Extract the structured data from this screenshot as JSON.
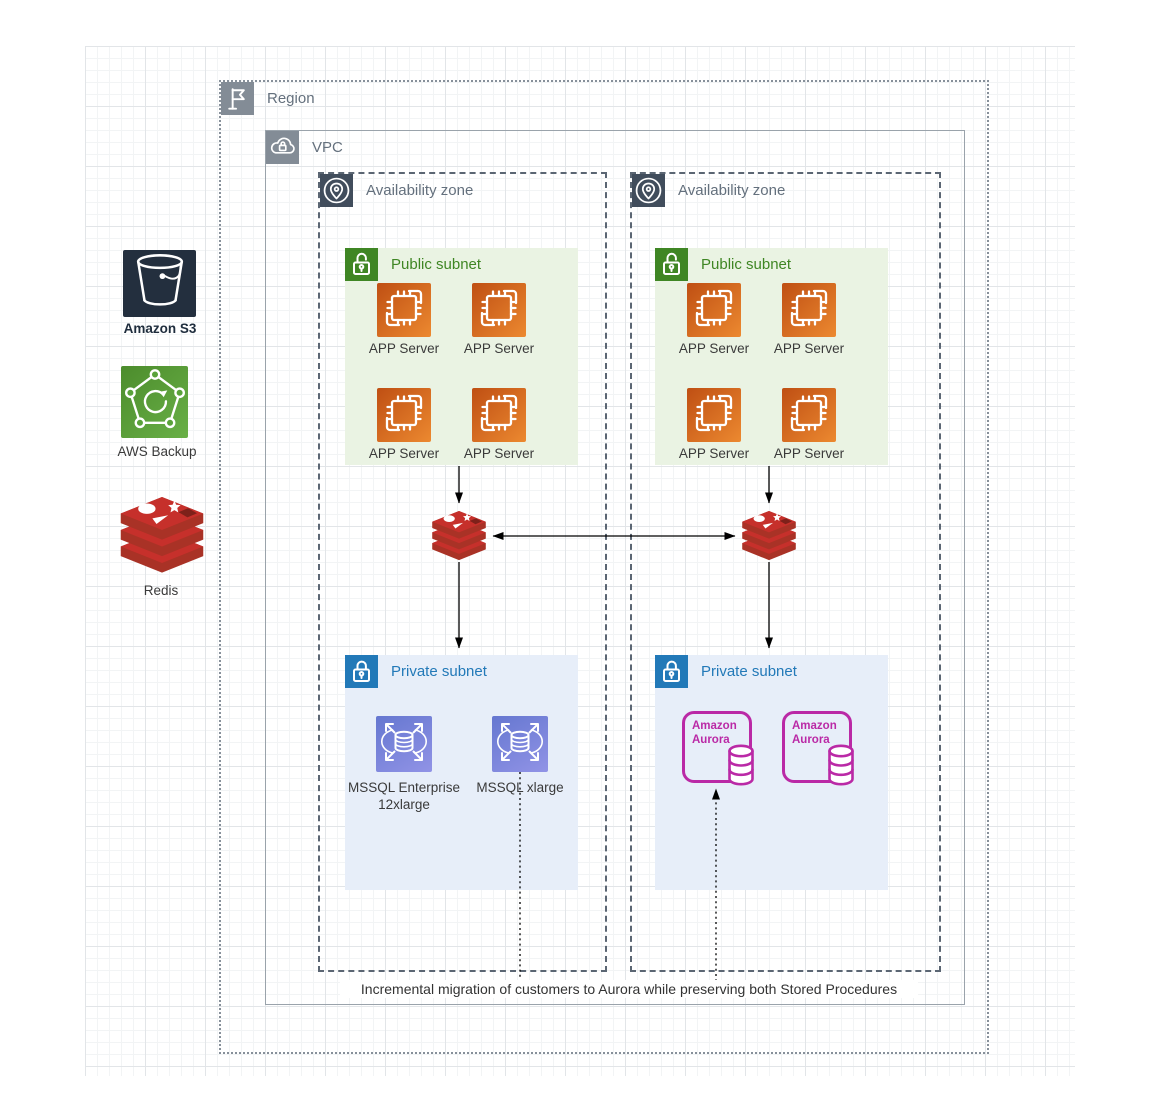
{
  "region": {
    "label": "Region"
  },
  "vpc": {
    "label": "VPC"
  },
  "azs": [
    {
      "label": "Availability zone"
    },
    {
      "label": "Availability zone"
    }
  ],
  "public_subnets": [
    {
      "title": "Public subnet",
      "servers": [
        "APP Server",
        "APP Server",
        "APP Server",
        "APP Server"
      ]
    },
    {
      "title": "Public subnet",
      "servers": [
        "APP Server",
        "APP Server",
        "APP Server",
        "APP Server"
      ]
    }
  ],
  "private_subnets": [
    {
      "title": "Private subnet",
      "nodes": [
        "MSSQL Enterprise 12xlarge",
        "MSSQL xlarge"
      ]
    },
    {
      "title": "Private subnet",
      "nodes": [
        "Amazon Aurora",
        "Amazon Aurora"
      ]
    }
  ],
  "cache_nodes": [
    {
      "name": "Redis cluster node"
    },
    {
      "name": "Redis cluster node"
    }
  ],
  "sidebar": {
    "items": [
      {
        "label": "Amazon S3",
        "icon": "s3-bucket-icon"
      },
      {
        "label": "AWS Backup",
        "icon": "backup-pentagon-icon"
      },
      {
        "label": "Redis",
        "icon": "redis-stack-icon"
      }
    ]
  },
  "annotation": {
    "label": "Incremental migration of customers to Aurora while preserving both Stored Procedures"
  },
  "icons": {
    "region": "flag-icon",
    "vpc": "cloud-lock-icon",
    "availability_zone": "location-pin-icon",
    "public_subnet": "open-lock-icon",
    "private_subnet": "closed-lock-icon",
    "app_server": "ec2-chip-icon",
    "cache": "redis-stack-icon",
    "mssql": "db-scale-out-icon",
    "aurora": "aurora-db-icon"
  },
  "colors": {
    "public_subnet_green": "#3F8624",
    "public_subnet_bg": "#EAF3E3",
    "private_subnet_blue": "#2279B8",
    "private_subnet_bg": "#E7EEF9",
    "ec2_orange": "#E27826",
    "mssql_purple": "#7B85DB",
    "aurora_magenta": "#BA29A6",
    "redis_red": "#C6302B",
    "s3_navy": "#232F3E",
    "backup_green": "#59A23A",
    "container_gray": "#838C96",
    "az_slate": "#414D5C"
  }
}
